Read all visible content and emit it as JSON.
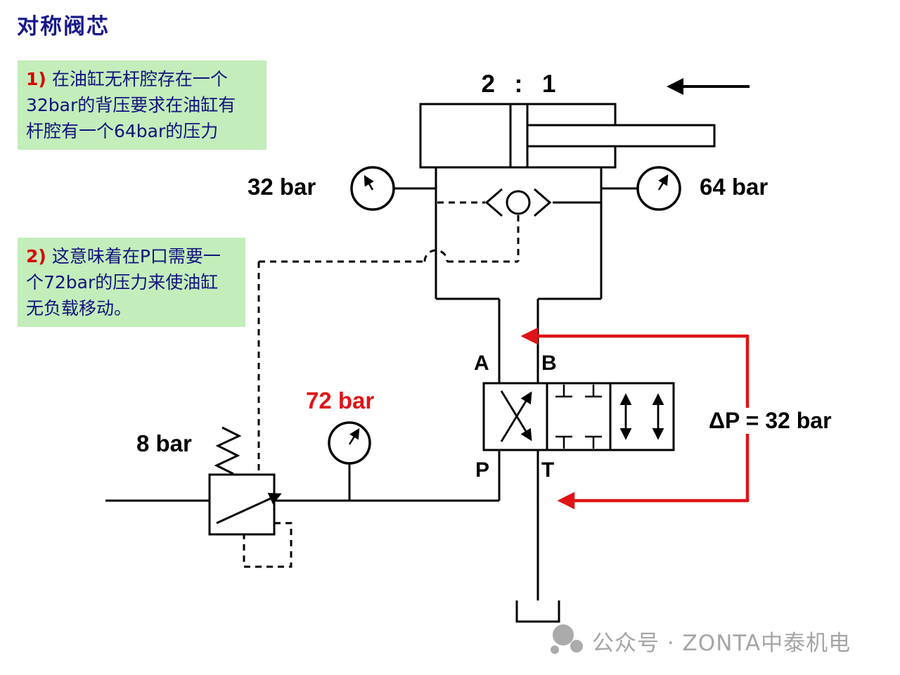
{
  "title": "对称阀芯",
  "note1": {
    "num": "1)",
    "line1": "在油缸无杆腔存在一个",
    "line2": "32bar的背压要求在油缸有",
    "line3": "杆腔有一个64bar的压力"
  },
  "note2": {
    "num": "2)",
    "line1": "这意味着在P口需要一",
    "line2": "个72bar的压力来使油缸",
    "line3": "无负载移动。"
  },
  "labels": {
    "ratio": "2 : 1",
    "gauge_rodless": "32 bar",
    "gauge_rod": "64 bar",
    "gauge_pump": "72 bar",
    "relief_setting": "8 bar",
    "pressure_drop": "ΔP = 32 bar"
  },
  "ports": {
    "a": "A",
    "b": "B",
    "p": "P",
    "t": "T"
  },
  "watermark": "公众号 · ZONTA中泰机电",
  "colors": {
    "accent_red": "#de1418",
    "note_background": "#c3edba",
    "title_blue": "#19198c",
    "note_text_blue": "#12127e",
    "note_number_red": "#d90000",
    "line_black": "#000000",
    "watermark_gray": "#a5a5a5"
  }
}
